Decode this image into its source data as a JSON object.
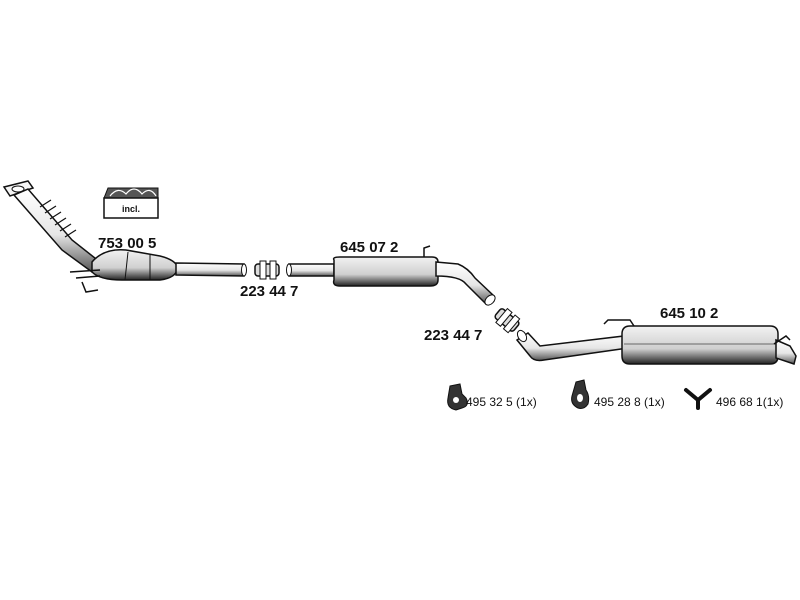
{
  "parts": {
    "catalytic_converter": {
      "number": "753 00 5",
      "incl_label": "incl."
    },
    "clamp_1": {
      "number": "223 44 7"
    },
    "middle_silencer": {
      "number": "645 07 2"
    },
    "clamp_2": {
      "number": "223 44 7"
    },
    "rear_silencer": {
      "number": "645 10 2"
    }
  },
  "accessories": [
    {
      "number": "495 32 5 (1x)",
      "icon": "rubber-mount-icon"
    },
    {
      "number": "495 28 8 (1x)",
      "icon": "rubber-ring-mount-icon"
    },
    {
      "number": "496 68 1(1x)",
      "icon": "y-hanger-icon"
    }
  ],
  "colors": {
    "line": "#111111",
    "part_fill": "#e8e8e8",
    "shade": "#333333"
  }
}
